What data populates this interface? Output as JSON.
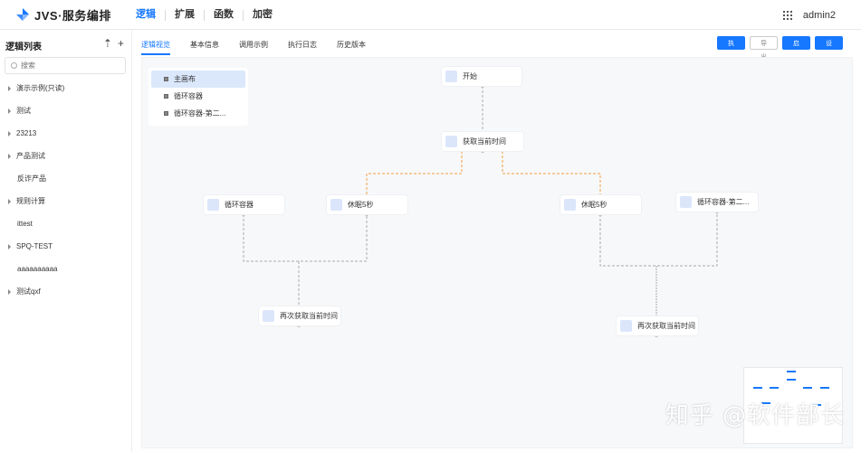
{
  "header": {
    "logo_text": "JVS·服务编排",
    "nav": [
      "逻辑",
      "扩展",
      "函数",
      "加密"
    ],
    "active_nav": 0,
    "user": "admin2"
  },
  "sidebar": {
    "title": "逻辑列表",
    "search_placeholder": "搜索",
    "items": [
      {
        "label": "演示示例(只读)",
        "caret": true
      },
      {
        "label": "测试",
        "caret": true
      },
      {
        "label": "23213",
        "caret": true
      },
      {
        "label": "产品测试",
        "caret": true
      },
      {
        "label": "反诈产品",
        "caret": false
      },
      {
        "label": "规则计算",
        "caret": true
      },
      {
        "label": "ittest",
        "caret": false
      },
      {
        "label": "SPQ-TEST",
        "caret": true
      },
      {
        "label": "aaaaaaaaaa",
        "caret": false
      },
      {
        "label": "测试qxf",
        "caret": true
      }
    ]
  },
  "main": {
    "tabs": [
      "逻辑视览",
      "基本信息",
      "调用示例",
      "执行日志",
      "历史版本"
    ],
    "active_tab": 0,
    "buttons": {
      "execute": "执行",
      "export": "导出",
      "enable": "启用",
      "design": "设计"
    },
    "layers": [
      "主画布",
      "循环容器",
      "循环容器-第二..."
    ],
    "nodes": {
      "start": "开始",
      "get_time": "获取当前时间",
      "loop1": "循环容器",
      "sleep1": "休眠5秒",
      "sleep2": "休眠5秒",
      "loop2": "循环容器-第二...",
      "reget1": "再次获取当前时间",
      "reget2": "再次获取当前时间"
    }
  },
  "watermark": "知乎 @软件部长",
  "colors": {
    "accent": "#1677ff",
    "edge": "#aaaaaa",
    "edge_active": "#f0a040"
  }
}
